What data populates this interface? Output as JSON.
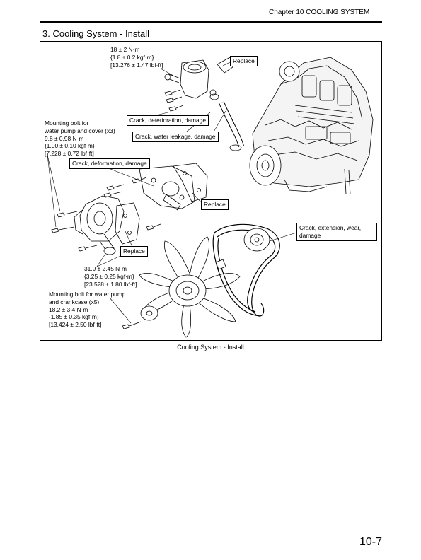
{
  "header": {
    "chapter": "Chapter 10  COOLING SYSTEM"
  },
  "section": {
    "title": "3. Cooling System - Install"
  },
  "figure": {
    "caption": "Cooling System - Install",
    "torque_top": [
      "18 ± 2 N·m",
      "{1.8 ± 0.2 kgf·m}",
      "[13.276 ± 1.47 lbf·ft]"
    ],
    "mounting_bolt_cover": [
      "Mounting bolt for",
      "water pump and cover (x3)",
      "9.8 ± 0.98 N·m",
      "{1.00 ± 0.10 kgf·m}",
      "[7.228 ± 0.72 lbf·ft]"
    ],
    "torque_fan": [
      "31.9 ± 2.45 N·m",
      "{3.25 ± 0.25 kgf·m}",
      "[23.528 ± 1.80 lbf·ft]"
    ],
    "mounting_bolt_crankcase": [
      "Mounting bolt for water pump",
      "and crankcase (x5)",
      "18.2 ± 3.4 N·m",
      "{1.85 ± 0.35 kgf·m}",
      "[13.424 ± 2.50 lbf·ft]"
    ],
    "callouts": {
      "replace_thermostat": "Replace",
      "crack_deterioration": "Crack, deterioration, damage",
      "crack_water_leakage": "Crack, water leakage, damage",
      "crack_deformation": "Crack, deformation, damage",
      "replace_gasket": "Replace",
      "replace_pump_gasket": "Replace",
      "crack_extension": "Crack, extension, wear, damage"
    }
  },
  "page": {
    "number": "10-7"
  }
}
